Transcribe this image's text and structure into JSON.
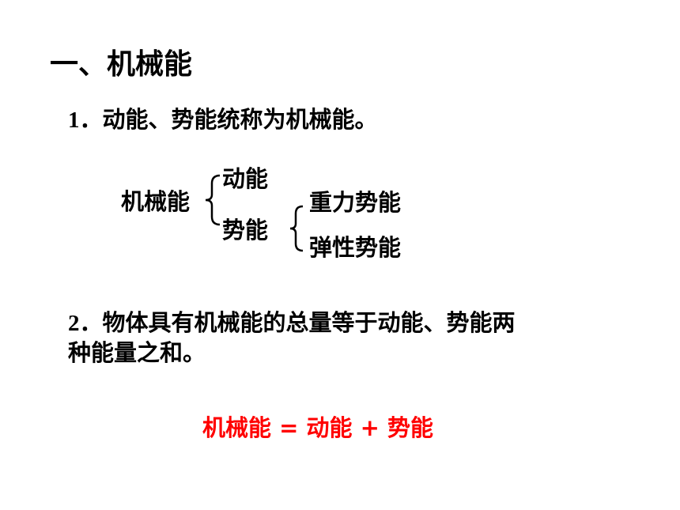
{
  "section_title": "一、机械能",
  "point1": {
    "number": "1．",
    "text": "动能、势能统称为机械能。"
  },
  "diagram": {
    "root": "机械能",
    "branch_kinetic": "动能",
    "branch_potential": "势能",
    "sub_gravity": "重力势能",
    "sub_elastic": "弹性势能"
  },
  "point2": {
    "number": "2．",
    "line1": "物体具有机械能的总量等于动能、势能两",
    "line2": "种能量之和。"
  },
  "formula": "机械能 = 动能 + 势能",
  "colors": {
    "formula": "#ff0000",
    "text": "#000000"
  }
}
